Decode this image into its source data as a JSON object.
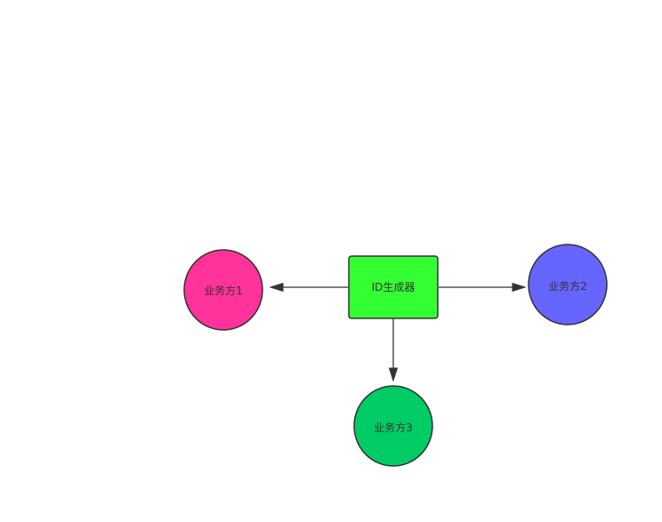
{
  "diagram": {
    "nodes": {
      "generator": {
        "label": "ID生成器",
        "shape": "rounded-rect",
        "color": "#33ff33"
      },
      "party1": {
        "label": "业务方1",
        "shape": "circle",
        "color": "#ff3399"
      },
      "party2": {
        "label": "业务方2",
        "shape": "circle",
        "color": "#6666ff"
      },
      "party3": {
        "label": "业务方3",
        "shape": "circle",
        "color": "#00cc66"
      }
    },
    "edges": [
      {
        "from": "generator",
        "to": "party1"
      },
      {
        "from": "generator",
        "to": "party2"
      },
      {
        "from": "generator",
        "to": "party3"
      }
    ],
    "stroke_color": "#333333"
  }
}
